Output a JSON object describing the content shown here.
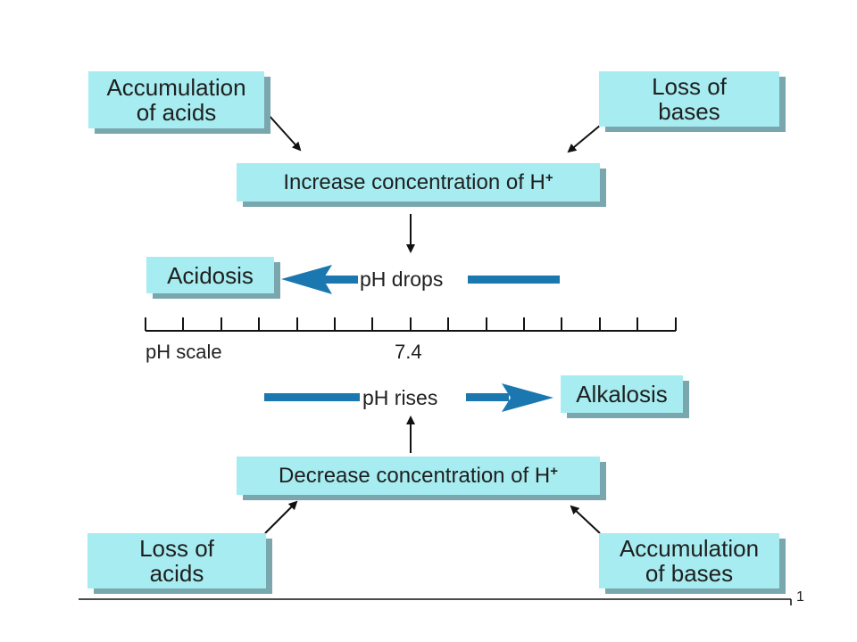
{
  "boxes": {
    "accumulation_acids": [
      "Accumulation",
      "of acids"
    ],
    "loss_bases": [
      "Loss of",
      "bases"
    ],
    "increase_h": "Increase concentration of H",
    "decrease_h": "Decrease concentration of H",
    "acidosis": "Acidosis",
    "alkalosis": "Alkalosis",
    "loss_acids": [
      "Loss of",
      "acids"
    ],
    "accumulation_bases": [
      "Accumulation",
      "of bases"
    ]
  },
  "superscript_plus": "+",
  "arrows": {
    "ph_drops": "pH drops",
    "ph_rises": "pH rises"
  },
  "scale": {
    "label": "pH scale",
    "midpoint": "7.4"
  },
  "page_number": "1",
  "colors": {
    "box_fill": "#a6ecf0",
    "box_shadow": "#7aa6ad",
    "arrow_blue": "#1b77b0"
  }
}
